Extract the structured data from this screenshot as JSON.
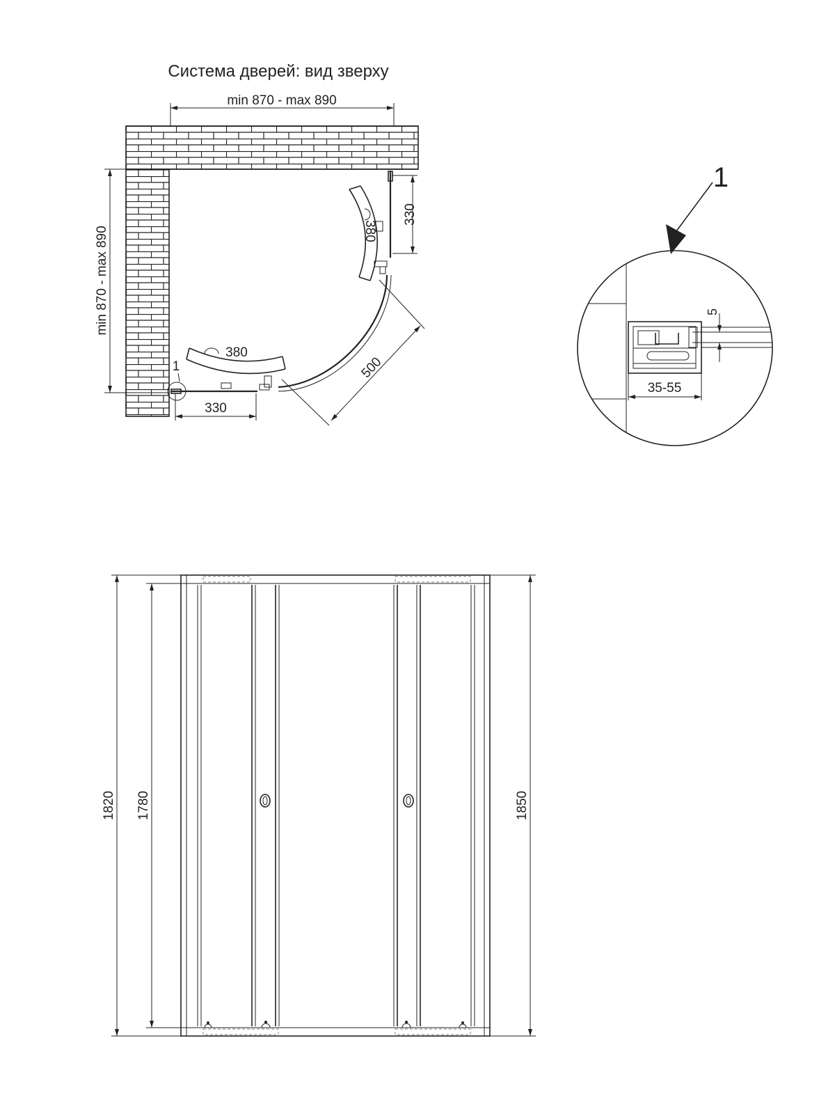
{
  "top_view": {
    "title": "Система дверей: вид зверху",
    "width_dim": "min 870 - max 890",
    "depth_dim": "min 870 - max 890",
    "right_panel_dim": "330",
    "bottom_panel_dim": "330",
    "door_swing_right": "380",
    "door_swing_bottom": "380",
    "diagonal_dim": "500",
    "detail_ref": "1"
  },
  "detail_view": {
    "callout_number": "1",
    "gap_dim": "5",
    "adjust_dim": "35-55"
  },
  "front_view": {
    "height_left_outer": "1820",
    "height_left_inner": "1780",
    "height_right": "1850"
  }
}
